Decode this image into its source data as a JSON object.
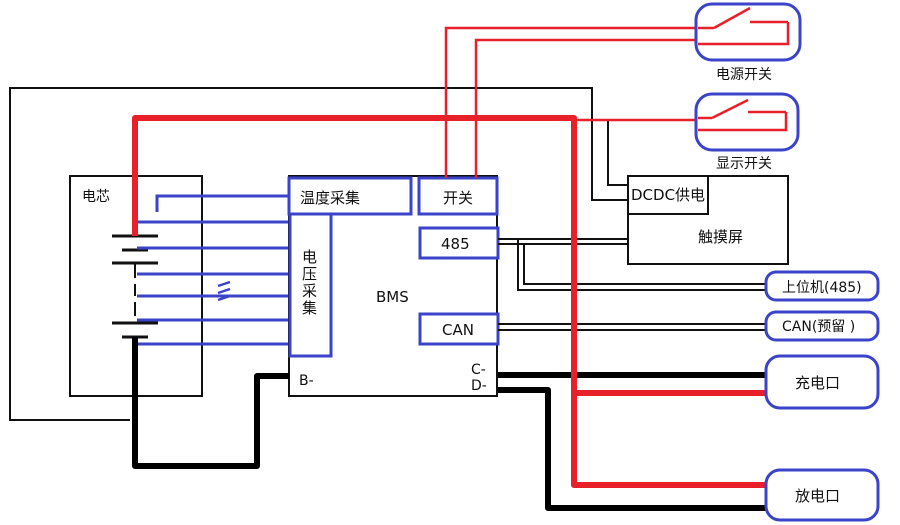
{
  "labels": {
    "cell": "电芯",
    "temp_sampling": "温度采集",
    "switch": "开关",
    "port_485": "485",
    "voltage_sampling_chars": [
      "电",
      "压",
      "采",
      "集"
    ],
    "bms": "BMS",
    "can": "CAN",
    "b_minus": "B-",
    "c_minus": "C-",
    "d_minus": "D-",
    "dcdc": "DCDC供电",
    "touchscreen": "触摸屏",
    "power_switch": "电源开关",
    "display_switch": "显示开关",
    "host_485": "上位机(485)",
    "can_reserved": "CAN(预留 )",
    "charge_port": "充电口",
    "discharge_port": "放电口"
  },
  "colors": {
    "positive_wire": "#e8202a",
    "negative_wire": "#000000",
    "sense_wire": "#3a43c9",
    "signal_wire": "#111111"
  }
}
